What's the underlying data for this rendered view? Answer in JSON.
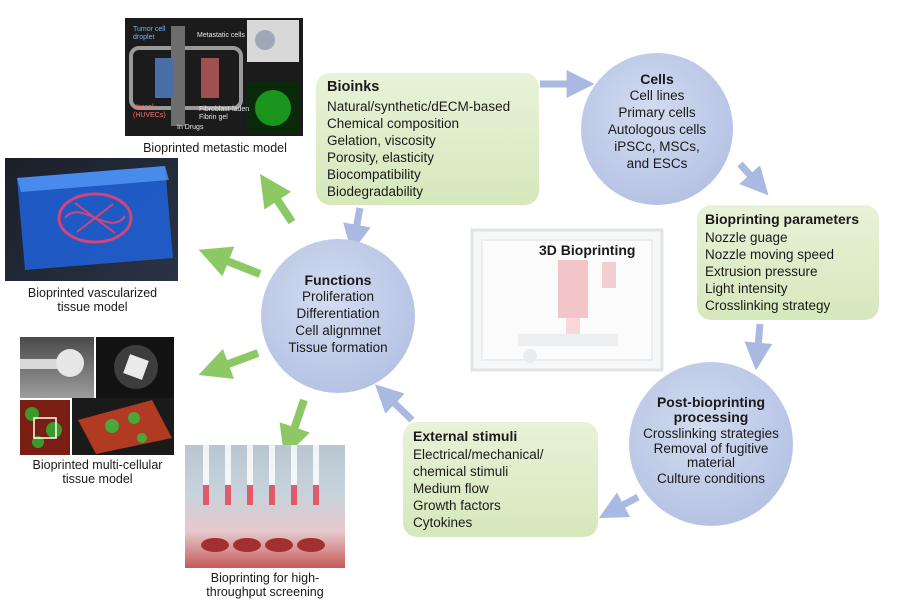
{
  "center": {
    "title": "3D Bioprinting"
  },
  "bioinks": {
    "title": "Bioinks",
    "items": [
      "Natural/synthetic/dECM-based",
      "Chemical composition",
      "Gelation, viscosity",
      "Porosity, elasticity",
      "Biocompatibility",
      "Biodegradability"
    ]
  },
  "cells": {
    "title": "Cells",
    "items": [
      "Cell lines",
      "Primary cells",
      "Autologous cells",
      "iPSCc, MSCs,",
      "and ESCs"
    ]
  },
  "parameters": {
    "title": "Bioprinting parameters",
    "items": [
      "Nozzle guage",
      "Nozzle moving speed",
      "Extrusion pressure",
      "Light intensity",
      "Crosslinking strategy"
    ]
  },
  "post": {
    "title_line1": "Post-bioprinting",
    "title_line2": "processing",
    "items": [
      "Crosslinking strategies",
      "Removal of fugitive",
      "material",
      "Culture conditions"
    ]
  },
  "stimuli": {
    "title": "External stimuli",
    "items": [
      "Electrical/mechanical/",
      "chemical stimuli",
      "Medium flow",
      "Growth factors",
      "Cytokines"
    ]
  },
  "functions": {
    "title": "Functions",
    "items": [
      "Proliferation",
      "Differentiation",
      "Cell alignmnet",
      "Tissue formation"
    ]
  },
  "captions": {
    "metastatic": "Bioprinted metastic model",
    "vascular_1": "Bioprinted vascularized",
    "vascular_2": "tissue model",
    "multicell_1": "Bioprinted multi-cellular",
    "multicell_2": "tissue model",
    "screening_1": "Bioprinting for high-",
    "screening_2": "throughput screening"
  },
  "chip_labels": {
    "tumor_1": "Tumor cell",
    "tumor_2": "droplet",
    "metastatic": "Metastatic cells",
    "vessel_1": "Vessel",
    "vessel_2": "(HUVECs)",
    "fibroblast_1": "Fibroblast-laden",
    "fibroblast_2": "Fibrin gel",
    "drugs": "In Drugs"
  },
  "colors": {
    "green_box": "#dcebc6",
    "blue_circle": "#b8c5e5",
    "green_arrow": "#8cc864",
    "blue_arrow": "#a9b9e2"
  }
}
